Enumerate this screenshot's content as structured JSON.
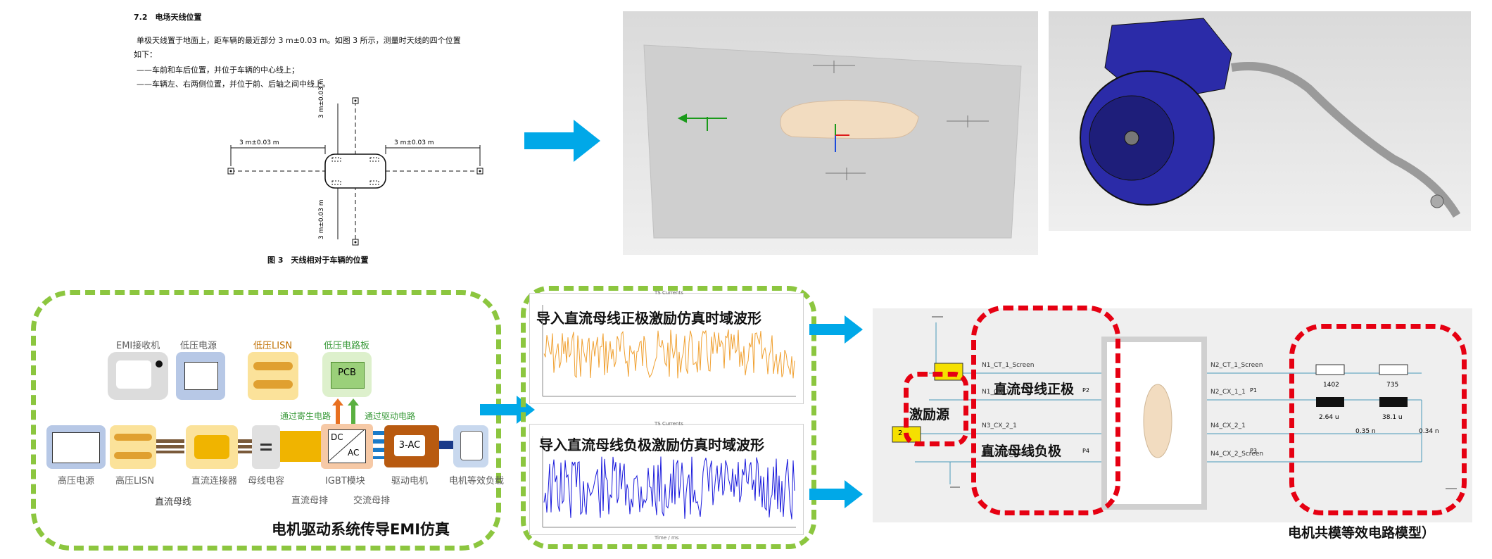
{
  "doc": {
    "heading": "7.2　电场天线位置",
    "para1": "单极天线置于地面上，距车辆的最近部分 3 m±0.03 m。如图 3 所示，测量时天线的四个位置",
    "para2": "如下：",
    "item1": "——车前和车后位置，并位于车辆的中心线上；",
    "item2": "——车辆左、右两侧位置，并位于前、后轴之间中线上。",
    "dim_label": "3 m±0.03 m",
    "figure_caption": "图 3　天线相对于车辆的位置"
  },
  "circuit": {
    "emi_receiver": "EMI接收机",
    "lv_source": "低压电源",
    "lv_lisn": "低压LISN",
    "lv_board": "低压电路板",
    "pcb": "PCB",
    "parasitic_path": "通过寄生电路",
    "drive_path": "通过驱动电路",
    "hv_source": "高压电源",
    "hv_lisn": "高压LISN",
    "dc_connector": "直流连接器",
    "bus_cap": "母线电容",
    "igbt": "IGBT模块",
    "motor": "驱动电机",
    "motor_eq_load": "电机等效负载",
    "dc_bus": "直流母线",
    "dc_busbar": "直流母排",
    "ac_busbar": "交流母排",
    "dc_label": "DC",
    "ac_label": "AC",
    "ac3_label": "3-AC",
    "caption": "电机驱动系统传导EMI仿真"
  },
  "waves": {
    "pos_title": "导入直流母线正极激励仿真时域波形",
    "neg_title": "导入直流母线负极激励仿真时域波形",
    "chart_title": "TS Currents",
    "xlabel": "Time / ms"
  },
  "schematic": {
    "ports": [
      "N1_CT_1_Screen",
      "N1_CX_1_1",
      "N3_CX_2_1",
      "N3_CX_2_Screen",
      "N2_CT_1_Screen",
      "N2_CX_1_1",
      "N4_CX_2_1",
      "N4_CX_2_Screen"
    ],
    "source_label": "激励源",
    "pos_bus": "直流母线正极",
    "neg_bus": "直流母线负极",
    "port2": "2",
    "r1": "1402",
    "r2": "735",
    "l1": "2.64 u",
    "l2": "38.1 u",
    "c1": "0.35 n",
    "c2": "0.34 n",
    "p1": "P1",
    "p2": "P2",
    "p3": "P3",
    "p4": "P4",
    "caption": "电机共模等效电路模型）"
  },
  "colors": {
    "arrow": "#00a8e8",
    "green_dash": "#8cc63f",
    "red_dash": "#e60012",
    "wave_pos": "#f0a030",
    "wave_neg": "#1a1adc",
    "motor_blue": "#2b2ba8"
  }
}
